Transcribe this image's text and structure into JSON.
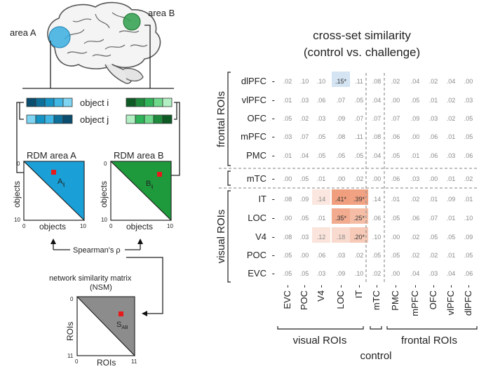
{
  "left": {
    "area_a_label": "area A",
    "area_b_label": "area B",
    "object_i_label": "object i",
    "object_j_label": "object j",
    "rdm_a_title": "RDM area A",
    "rdm_b_title": "RDM area B",
    "rdm_axis_label": "objects",
    "rdm_tick_min": "0",
    "rdm_tick_max": "10",
    "rdm_a_cell_main": "A",
    "rdm_a_cell_sub": "ij",
    "rdm_b_cell_main": "B",
    "rdm_b_cell_sub": "ij",
    "spearman_label": "Spearman's ρ",
    "nsm_title_line1": "network similarity matrix",
    "nsm_title_line2": "(NSM)",
    "nsm_axis_label": "ROIs",
    "nsm_tick_min": "0",
    "nsm_tick_max": "11",
    "nsm_cell_main": "S",
    "nsm_cell_sub": "AB",
    "colors": {
      "area_a": "#3aaee0",
      "area_b": "#2e9e4a",
      "rdm_a_fill": "#1a9fd6",
      "rdm_b_fill": "#1e9a3c",
      "nsm_fill": "#8c8c8c",
      "marker": "#e8191b",
      "object_i_a": [
        "#0b4d6e",
        "#0d6f9a",
        "#1593c4",
        "#3fb6e3",
        "#7fd4f2"
      ],
      "object_j_a": [
        "#7fd4f2",
        "#1593c4",
        "#3fb6e3",
        "#0d6f9a",
        "#0b4d6e"
      ],
      "object_i_b": [
        "#0e5a25",
        "#1e8a3c",
        "#30b45a",
        "#6ed98a",
        "#b2efc2"
      ],
      "object_j_b": [
        "#b2efc2",
        "#30b45a",
        "#6ed98a",
        "#1e8a3c",
        "#0e5a25"
      ]
    }
  },
  "matrix": {
    "title_line1": "cross-set similarity",
    "title_line2": "(control vs. challenge)",
    "row_group_frontal": "frontal ROIs",
    "row_group_visual": "visual ROIs",
    "col_group_visual": "visual ROIs",
    "col_group_frontal": "frontal ROIs",
    "x_axis_label": "control",
    "rows": [
      "dlPFC",
      "vlPFC",
      "OFC",
      "mPFC",
      "PMC",
      "mTC",
      "IT",
      "LOC",
      "V4",
      "POC",
      "EVC"
    ],
    "columns": [
      "EVC",
      "POC",
      "V4",
      "LOC",
      "IT",
      "mTC",
      "PMC",
      "mPFC",
      "OFC",
      "vlPFC",
      "dlPFC"
    ],
    "values": [
      [
        ".02",
        ".10",
        ".10",
        ".15*",
        ".11",
        ".08",
        ".02",
        ".04",
        ".02",
        ".04",
        ".00"
      ],
      [
        ".01",
        ".03",
        ".06",
        ".07",
        ".05",
        ".04",
        ".00",
        ".05",
        ".01",
        ".02",
        ".03"
      ],
      [
        ".05",
        ".02",
        ".03",
        ".09",
        ".07",
        ".07",
        ".07",
        ".09",
        ".03",
        ".02",
        ".05"
      ],
      [
        ".03",
        ".07",
        ".05",
        ".08",
        ".11",
        ".08",
        ".06",
        ".00",
        ".06",
        ".01",
        ".05"
      ],
      [
        ".01",
        ".04",
        ".05",
        ".05",
        ".05",
        ".04",
        ".05",
        ".01",
        ".06",
        ".03",
        ".06"
      ],
      [
        ".00",
        ".05",
        ".01",
        ".00",
        ".02",
        ".00",
        ".06",
        ".03",
        ".00",
        ".01",
        ".02"
      ],
      [
        ".08",
        ".09",
        ".14",
        ".41*",
        ".39*",
        ".14",
        ".01",
        ".02",
        ".01",
        ".09",
        ".01"
      ],
      [
        ".00",
        ".05",
        ".01",
        ".35*",
        ".25*",
        ".06",
        ".05",
        ".06",
        ".07",
        ".01",
        ".10"
      ],
      [
        ".08",
        ".03",
        ".12",
        ".18",
        ".20*",
        ".10",
        ".00",
        ".02",
        ".05",
        ".05",
        ".09"
      ],
      [
        ".05",
        ".00",
        ".06",
        ".03",
        ".02",
        ".05",
        ".05",
        ".02",
        ".02",
        ".01",
        ".05"
      ],
      [
        ".05",
        ".05",
        ".03",
        ".09",
        ".10",
        ".02",
        ".00",
        ".04",
        ".03",
        ".04",
        ".06"
      ]
    ],
    "highlights": [
      {
        "row": 0,
        "col": 3,
        "level": 0.25,
        "hue": "blue"
      },
      {
        "row": 6,
        "col": 2,
        "level": 0.06,
        "hue": "orange"
      },
      {
        "row": 6,
        "col": 3,
        "level": 0.9,
        "hue": "orange"
      },
      {
        "row": 6,
        "col": 4,
        "level": 0.85,
        "hue": "orange"
      },
      {
        "row": 7,
        "col": 3,
        "level": 0.75,
        "hue": "orange"
      },
      {
        "row": 7,
        "col": 4,
        "level": 0.55,
        "hue": "orange"
      },
      {
        "row": 8,
        "col": 2,
        "level": 0.1,
        "hue": "orange"
      },
      {
        "row": 8,
        "col": 3,
        "level": 0.22,
        "hue": "orange"
      },
      {
        "row": 8,
        "col": 4,
        "level": 0.4,
        "hue": "orange"
      }
    ]
  }
}
